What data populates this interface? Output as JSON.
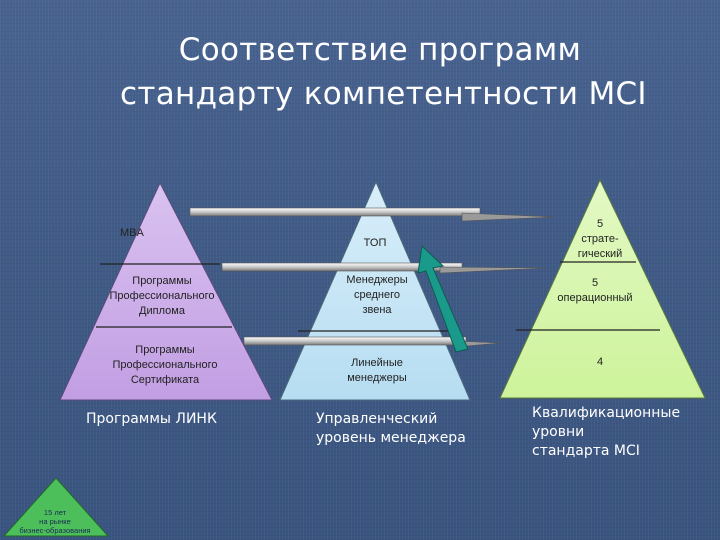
{
  "slide": {
    "title_line1": "Соответствие программ",
    "title_line2": "стандарту компетентности MCI"
  },
  "pyramid_left": {
    "levels": [
      {
        "label": "MBA"
      },
      {
        "label": "Программы\nПрофессионального\nДиплома"
      },
      {
        "label": "Программы\nПрофессионального\nСертификата"
      }
    ],
    "caption": "Программы ЛИНК",
    "color": "#c9a6e6"
  },
  "pyramid_middle": {
    "levels": [
      {
        "label": "ТОП"
      },
      {
        "label": "Менеджеры\nсреднего\nзвена"
      },
      {
        "label": "Линейные\nменеджеры"
      }
    ],
    "caption": "Управленческий\nуровень менеджера",
    "color": "#bfe2f4"
  },
  "pyramid_right": {
    "levels": [
      {
        "label": "5\nстрате-\nгический"
      },
      {
        "label": "5\nоперационный"
      },
      {
        "label": "4"
      }
    ],
    "caption": "Квалификационные\nуровни\nстандарта MCI",
    "color": "#d4f5a8"
  },
  "logo": {
    "text": "15 лет\nна рынке\nбизнес-образования",
    "color": "#4cbf5a"
  },
  "arrow_color": "#1a9a8a"
}
